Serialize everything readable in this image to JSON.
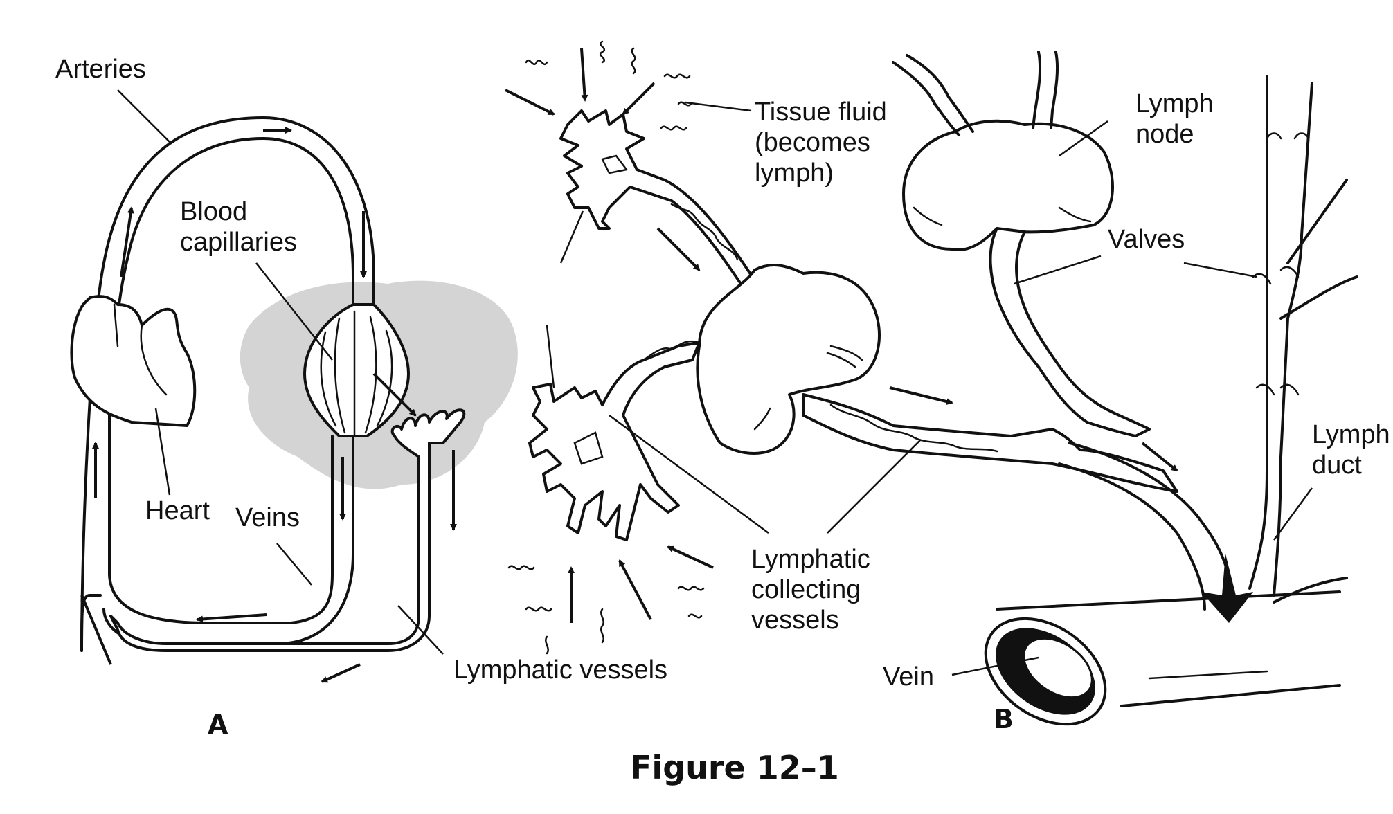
{
  "panel_a": {
    "label": "A",
    "arteries": "Arteries",
    "blood_capillaries_line1": "Blood",
    "blood_capillaries_line2": "capillaries",
    "heart": "Heart",
    "veins": "Veins",
    "lymphatic_vessels": "Lymphatic vessels"
  },
  "center": {
    "tissue_fluid_line1": "Tissue fluid",
    "tissue_fluid_line2": "(becomes",
    "tissue_fluid_line3": "lymph)",
    "collecting_line1": "Lymphatic",
    "collecting_line2": "collecting",
    "collecting_line3": "vessels"
  },
  "panel_b": {
    "label": "B",
    "lymph_node_line1": "Lymph",
    "lymph_node_line2": "node",
    "valves": "Valves",
    "lymph_duct_line1": "Lymph",
    "lymph_duct_line2": "duct",
    "vein": "Vein"
  },
  "caption": "Figure 12–1"
}
